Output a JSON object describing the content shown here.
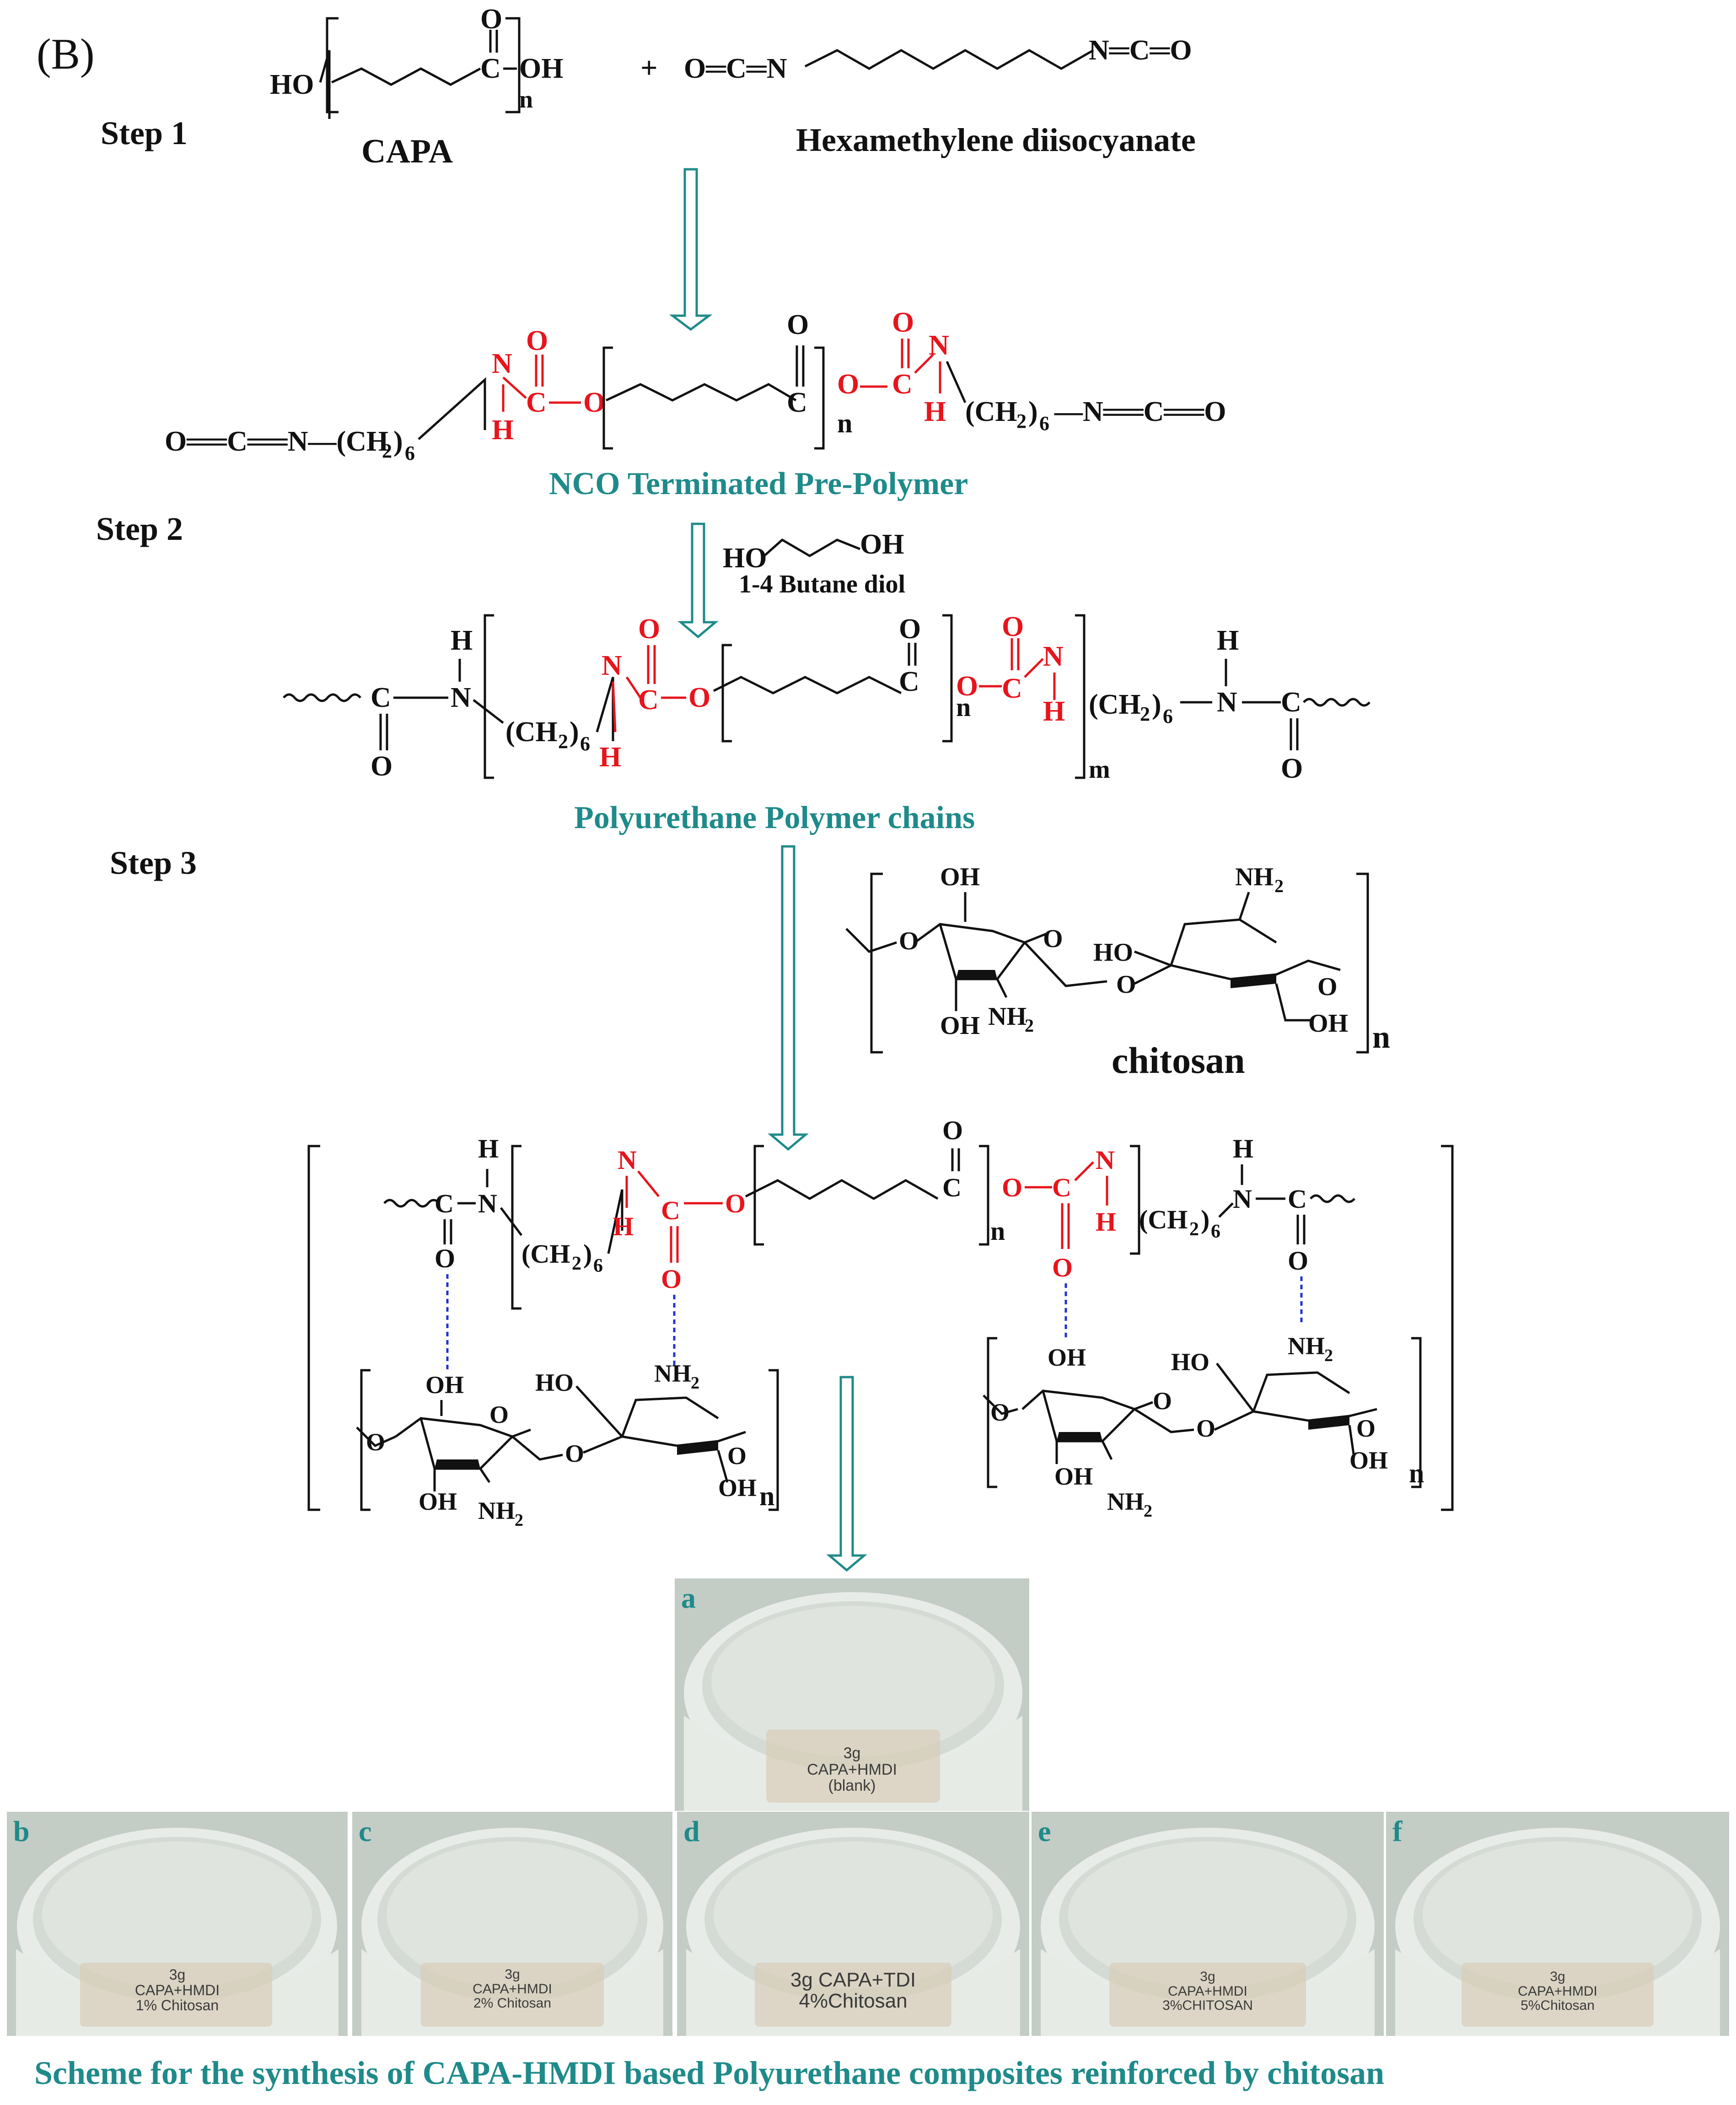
{
  "panel_label": "(B)",
  "steps": {
    "step1": "Step 1",
    "step2": "Step 2",
    "step3": "Step 3"
  },
  "reactants": {
    "capa_name": "CAPA",
    "hdi_name": "Hexamethylene diisocyanate",
    "plus": "+",
    "butanediol_name": "1-4 Butane diol",
    "chitosan_name": "chitosan"
  },
  "products": {
    "prepolymer_title": "NCO Terminated Pre-Polymer",
    "polymer_title": "Polyurethane Polymer chains"
  },
  "atoms": {
    "HO": "HO",
    "OH": "OH",
    "O": "O",
    "C": "C",
    "N": "N",
    "H": "H",
    "n": "n",
    "m": "m",
    "NH2": "NH",
    "sub2": "2",
    "CH2_6": "(CH",
    "sub6": "6",
    "close": ")",
    "OCN": "O=C=N",
    "NCO": "N=C=O",
    "OCN_long": "O══C══N",
    "NCO_long": "N══C══O"
  },
  "photos": [
    {
      "letter": "a",
      "line1": "3g",
      "line2": "CAPA+HMDI",
      "line3": "(blank)"
    },
    {
      "letter": "b",
      "line1": "3g",
      "line2": "CAPA+HMDI",
      "line3": "1% Chitosan"
    },
    {
      "letter": "c",
      "line1": "3g",
      "line2": "CAPA+HMDI",
      "line3": "2% Chitosan"
    },
    {
      "letter": "d",
      "line1": "3g CAPA+TDI",
      "line2": "4%Chitosan",
      "line3": ""
    },
    {
      "letter": "e",
      "line1": "3g",
      "line2": "CAPA+HMDI",
      "line3": "3%CHITOSAN"
    },
    {
      "letter": "f",
      "line1": "3g",
      "line2": "CAPA+HMDI",
      "line3": "5%Chitosan"
    }
  ],
  "caption": "Scheme for the synthesis of CAPA-HMDI based Polyurethane composites reinforced by chitosan",
  "colors": {
    "teal": "#1f8a8a",
    "red": "#e8141c",
    "black": "#111111",
    "hbond": "#2233cc"
  }
}
